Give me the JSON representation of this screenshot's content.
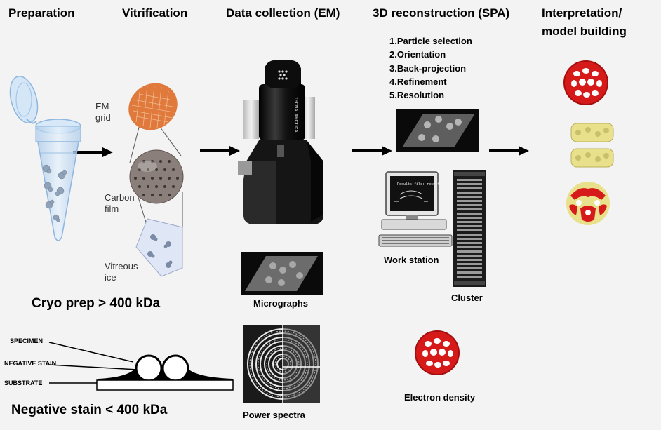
{
  "headers": {
    "preparation": "Preparation",
    "vitrification": "Vitrification",
    "data_collection": "Data collection (EM)",
    "reconstruction": "3D reconstruction  (SPA)",
    "interpretation_line1": "Interpretation/",
    "interpretation_line2": "model building"
  },
  "vitrification_labels": {
    "em_grid": [
      "EM",
      "grid"
    ],
    "carbon_film": [
      "Carbon",
      "film"
    ],
    "vitreous_ice": [
      "Vitreous",
      "ice"
    ]
  },
  "spa_steps": [
    "1.Particle selection",
    "2.Orientation",
    "3.Back-projection",
    "4.Refinement",
    "5.Resolution"
  ],
  "labels": {
    "cryo_prep": "Cryo prep > 400 kDa",
    "negative_stain": "Negative stain  < 400 kDa",
    "micrographs": "Micrographs",
    "power_spectra": "Power spectra",
    "work_station": "Work station",
    "cluster": "Cluster",
    "electron_density": "Electron density"
  },
  "stain_diagram": {
    "specimen": "SPECIMEN",
    "negative_stain": "NEGATIVE STAIN",
    "substrate": "SUBSTRATE"
  },
  "monitor_text": "Results file: results.",
  "microscope_brand": "TECNAI ARCTICA",
  "colors": {
    "density_red": "#d61a1a",
    "density_yellow": "#e8e08a",
    "grid_orange": "#e07a3c",
    "tube_blue": "#bcd8f2",
    "microscope_black": "#111111"
  }
}
